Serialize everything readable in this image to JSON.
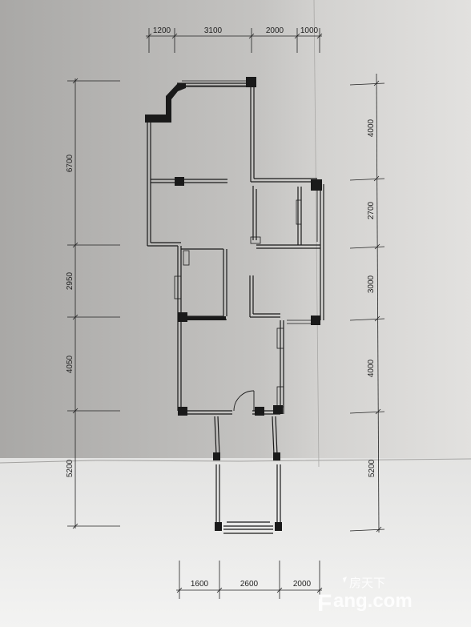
{
  "dimensions": {
    "top": [
      "1200",
      "3100",
      "2000",
      "1000"
    ],
    "left": [
      "6700",
      "2950",
      "4050",
      "5200"
    ],
    "right": [
      "4000",
      "2700",
      "3000",
      "4000",
      "5200"
    ],
    "bottom": [
      "1600",
      "2600",
      "2000"
    ]
  },
  "watermark": {
    "cn": "房天下",
    "brand_prefix": "F",
    "brand_rest": "ang.com"
  },
  "colors": {
    "paper_shadow": "#bdbcba",
    "paper_light": "#efefee",
    "wall": "#1a1a1a"
  }
}
